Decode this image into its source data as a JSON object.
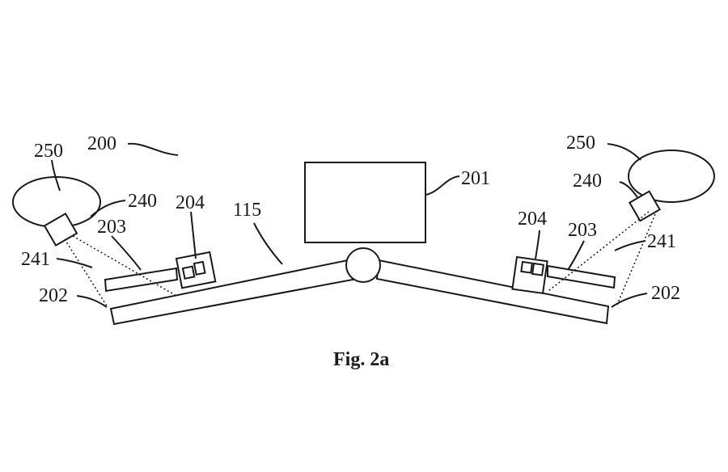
{
  "figure": {
    "caption": "Fig. 2a",
    "labels": {
      "system": "200",
      "display": "201",
      "arm_left_end": "202",
      "arm_right_end": "202",
      "beam_left": "203",
      "beam_right": "203",
      "sensor_left": "204",
      "sensor_right": "204",
      "hinge": "115",
      "projector_left": "240",
      "projector_right": "240",
      "field_left": "241",
      "field_right": "241",
      "zone_left": "250",
      "zone_right": "250"
    }
  }
}
